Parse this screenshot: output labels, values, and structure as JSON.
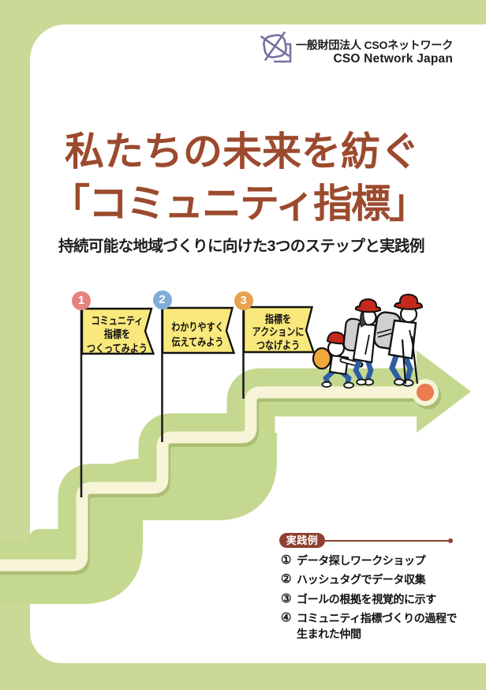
{
  "document_type": "brochure-cover",
  "colors": {
    "frame_green": "#c8da96",
    "road_green": "#c5d890",
    "road_line_cream": "#f8f4d7",
    "road_line_shadow": "#aabf74",
    "title_rust": "#9c4a2e",
    "examples_brick": "#8e4130",
    "goal_dot_orange": "#e97d4f",
    "flag_yellow": "#f9e87c",
    "logo_purple": "#77719f"
  },
  "logo": {
    "icon": "cso-network-pinwheel-logo",
    "org_ja": "一般財団法人 CSOネットワーク",
    "org_en": "CSO Network Japan"
  },
  "title": {
    "line1": "私たちの未来を紡ぐ",
    "line2": "「コミュニティ指標」",
    "subtitle": "持続可能な地域づくりに向けた3つのステップと実践例"
  },
  "steps": [
    {
      "number": "1",
      "color": "#e4837e",
      "label_lines": [
        "コミュニティ",
        "指標を",
        "つくってみよう"
      ]
    },
    {
      "number": "2",
      "color": "#7fadd6",
      "label_lines": [
        "わかりやすく",
        "伝えてみよう"
      ]
    },
    {
      "number": "3",
      "color": "#e8a24e",
      "label_lines": [
        "指標を",
        "アクションに",
        "つなげよう"
      ]
    }
  ],
  "examples": {
    "heading": "実践例",
    "items": [
      {
        "num": "①",
        "text": "データ探しワークショップ",
        "text2": ""
      },
      {
        "num": "②",
        "text": "ハッシュタグでデータ収集",
        "text2": ""
      },
      {
        "num": "③",
        "text": "ゴールの根拠を視覚的に示す",
        "text2": ""
      },
      {
        "num": "④",
        "text": "コミュニティ指標づくりの過程で",
        "text2": "生まれた仲間"
      }
    ]
  },
  "illustration": "three-hikers-walking-right"
}
